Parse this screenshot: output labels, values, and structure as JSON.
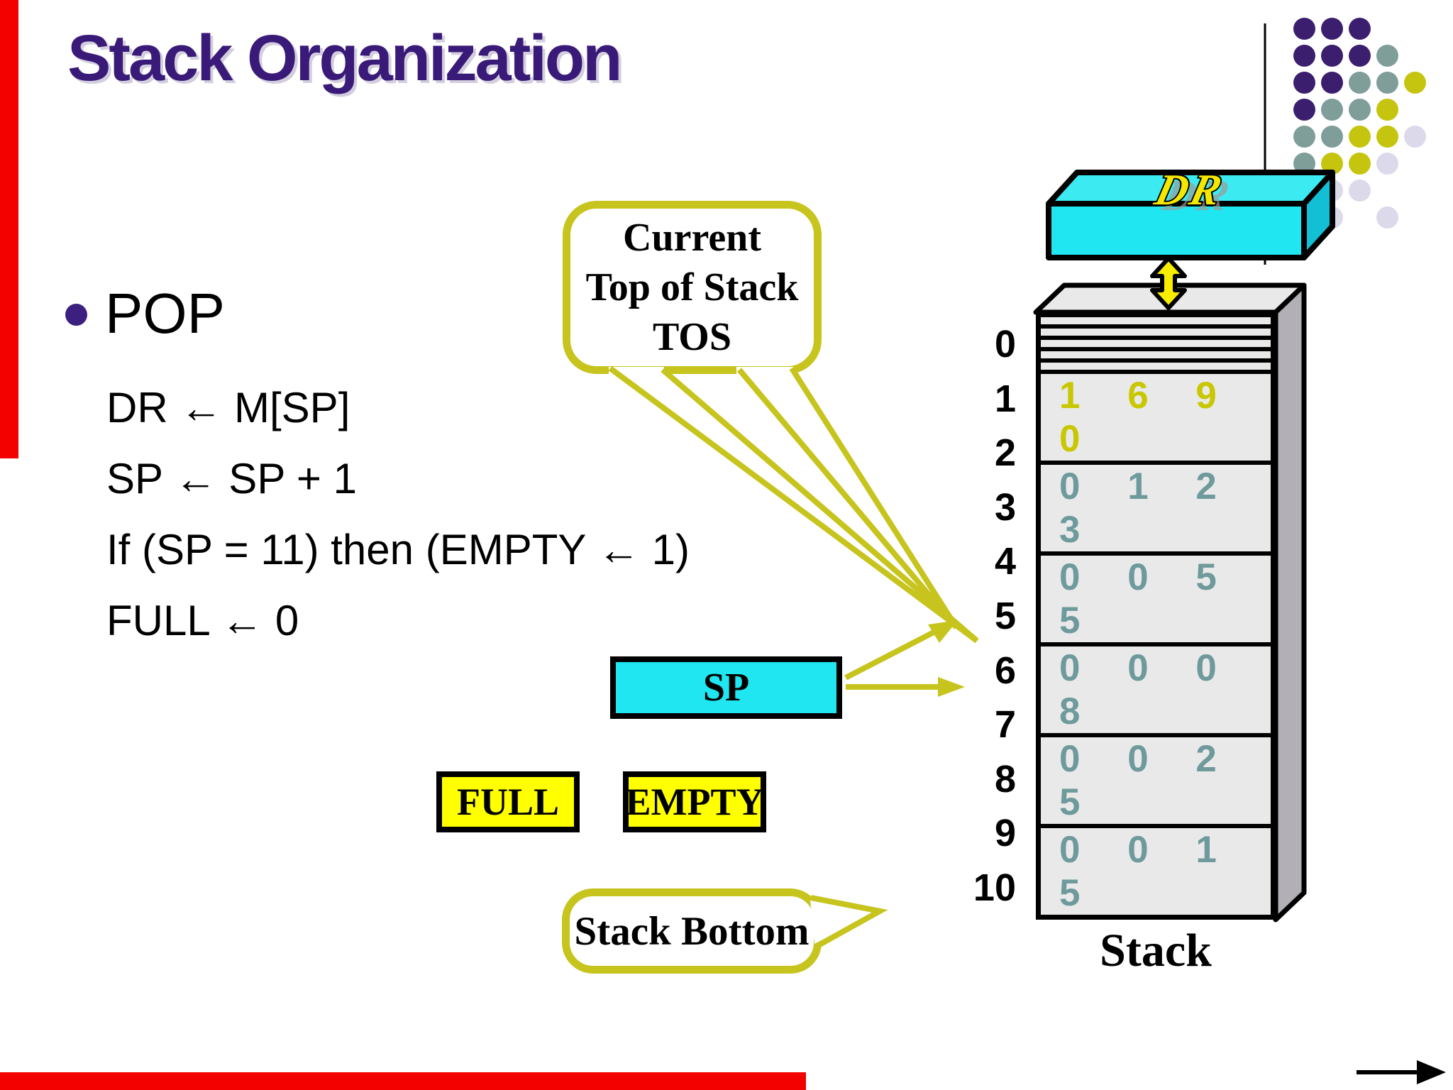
{
  "slide": {
    "title": "Stack Organization",
    "bullet_label": "POP",
    "code_lines": [
      "DR ← M[SP]",
      "SP ← SP + 1",
      "If (SP = 11) then (EMPTY ← 1)",
      "FULL ← 0"
    ]
  },
  "callout_tos": {
    "line1": "Current",
    "line2": "Top of Stack",
    "line3": "TOS"
  },
  "callout_bottom": {
    "label": "Stack Bottom"
  },
  "registers": {
    "dr": "DR",
    "sp": "SP",
    "full": "FULL",
    "empty": "EMPTY"
  },
  "stack": {
    "label": "Stack",
    "rows": [
      {
        "index": "0",
        "value": "",
        "color": ""
      },
      {
        "index": "1",
        "value": "",
        "color": ""
      },
      {
        "index": "2",
        "value": "",
        "color": ""
      },
      {
        "index": "3",
        "value": "",
        "color": ""
      },
      {
        "index": "4",
        "value": "",
        "color": ""
      },
      {
        "index": "5",
        "value": "1 6 9 0",
        "color": "#c9c700"
      },
      {
        "index": "6",
        "value": "0 1 2 3",
        "color": "#6e9a9c"
      },
      {
        "index": "7",
        "value": "0 0 5 5",
        "color": "#6e9a9c"
      },
      {
        "index": "8",
        "value": "0 0 0 8",
        "color": "#6e9a9c"
      },
      {
        "index": "9",
        "value": "0 0 2 5",
        "color": "#6e9a9c"
      },
      {
        "index": "10",
        "value": "0 0 1 5",
        "color": "#6e9a9c"
      }
    ]
  },
  "icons": {
    "next-slide-arrow": "→",
    "dr-stack-transfer-arrow": "↕"
  },
  "colors": {
    "title-purple": "#3a1a78",
    "cyan": "#1fe6f0",
    "cyan-dark": "#12bfd4",
    "cyan-light": "#3cebf2",
    "accent": "#c6c41d",
    "box-yellow": "#ffff00",
    "digit-teal": "#6e9a9c",
    "digit-yellow": "#c9c700",
    "stack-gray": "#e9e9e9",
    "stack-side-gray": "#b2b0b6",
    "red-bar": "#f30000"
  },
  "decor": {
    "dot_colors": {
      "P": "#3b1e6e",
      "T": "#7f9d99",
      "Y": "#c5c40e",
      "L": "#dbd9ea"
    },
    "dot_rows": [
      [
        "P",
        "P",
        "P",
        null,
        null
      ],
      [
        "P",
        "P",
        "P",
        "T",
        null
      ],
      [
        "P",
        "P",
        "T",
        "T",
        "Y"
      ],
      [
        "P",
        "T",
        "T",
        "Y",
        null
      ],
      [
        "T",
        "T",
        "Y",
        "Y",
        "L"
      ],
      [
        "T",
        "Y",
        "Y",
        "L",
        null
      ],
      [
        "Y",
        "L",
        "L",
        null,
        null
      ],
      [
        null,
        "L",
        null,
        "L",
        null
      ]
    ]
  }
}
